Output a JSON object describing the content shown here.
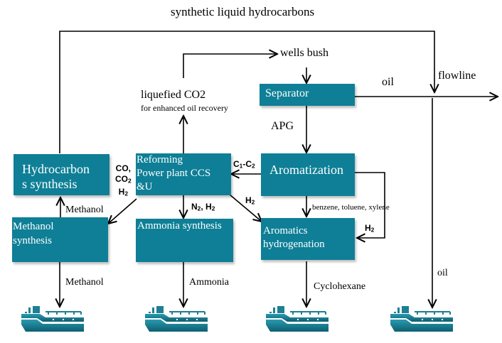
{
  "title": "synthetic liquid hydrocarbons",
  "labels": {
    "wells_bush": "wells bush",
    "oil_top": "oil",
    "flowline": "flowline",
    "liquefied_co2": "liquefied CO2",
    "liquefied_co2_sub": "for enhanced oil recovery",
    "apg": "APG",
    "co": "CO,",
    "co2": "CO",
    "co2_sub": "2",
    "h2_left": "H",
    "h2_left_sub": "2",
    "methanol_mid": "Methanol",
    "c1c2_a": "C",
    "c1c2_sub1": "1",
    "c1c2_b": "-C",
    "c1c2_sub2": "2",
    "n2h2_a": "N",
    "n2h2_sub1": "2",
    "n2h2_b": ", H",
    "n2h2_sub2": "2",
    "h2_mid": "H",
    "h2_mid_sub": "2",
    "btx": "benzene, toluene, xylene",
    "h2_right": "H",
    "h2_right_sub": "2",
    "methanol_out": "Methanol",
    "ammonia_out": "Ammonia",
    "cyclohexane_out": "Cyclohexane",
    "oil_out": "oil"
  },
  "boxes": {
    "separator": "Separator",
    "aromatization": "Aromatization",
    "reforming": [
      "Reforming",
      "Power plant CCS",
      "&U"
    ],
    "hydrocarbons": [
      "Hydrocarbon",
      "s synthesis"
    ],
    "methanol": [
      "Methanol",
      "synthesis"
    ],
    "ammonia": "Ammonia synthesis",
    "aromatics": [
      "Aromatics",
      "hydrogenation"
    ]
  },
  "icons": {
    "ship": "tanker-ship-icon"
  },
  "colors": {
    "box": "#0e7f96",
    "ship_dark": "#0d5f70",
    "ship_light": "#2a9ab0"
  }
}
